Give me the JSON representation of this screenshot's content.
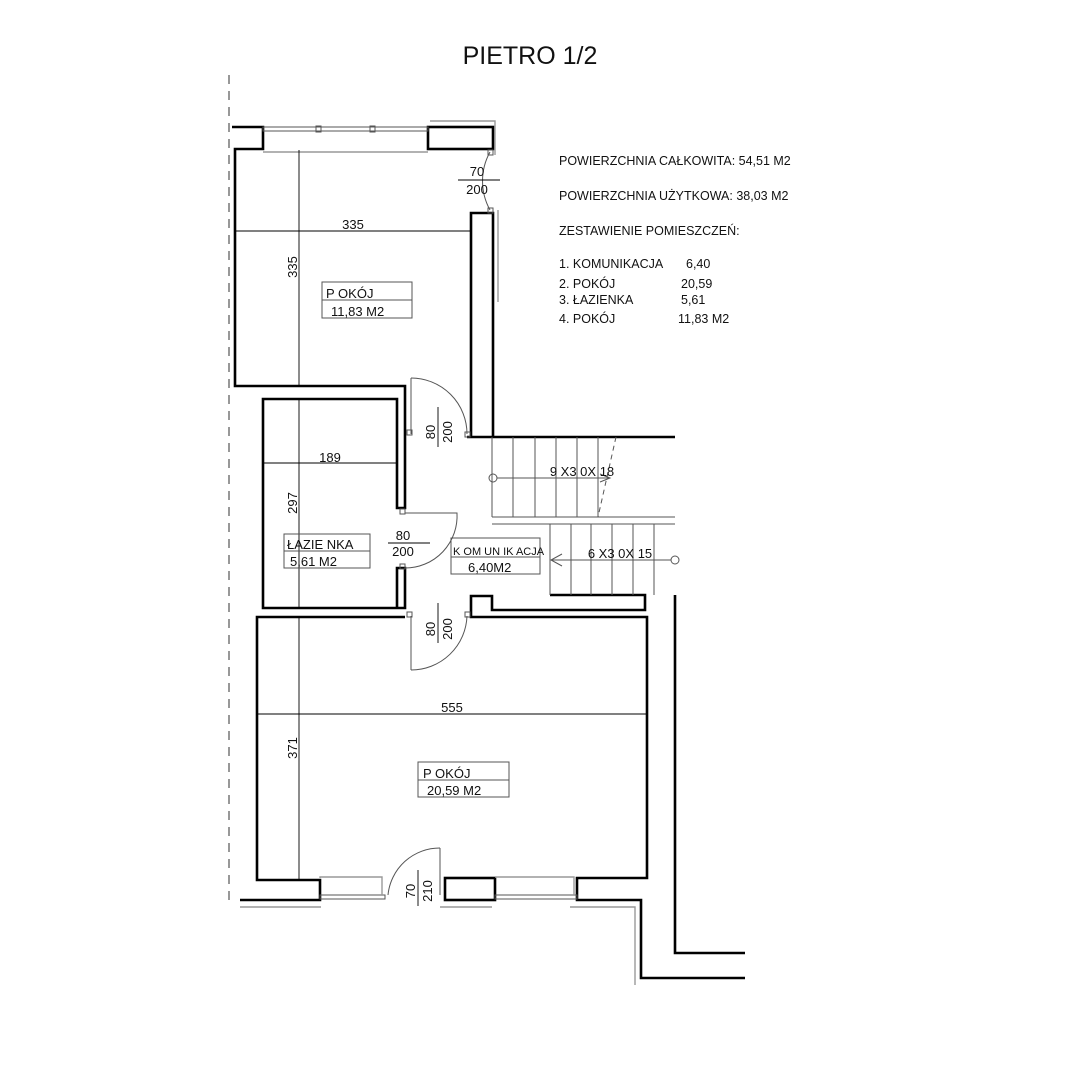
{
  "title": "PIETRO 1/2",
  "info": {
    "total_area": "POWIERZCHNIA CAŁKOWITA: 54,51 M2",
    "usable_area": "POWIERZCHNIA UŻYTKOWA: 38,03 M2",
    "rooms_heading": "ZESTAWIENIE POMIESZCZEŃ:",
    "rooms": [
      {
        "name": "1. KOMUNIKACJA",
        "area": "6,40"
      },
      {
        "name": "2. POKÓJ",
        "area": "20,59"
      },
      {
        "name": "3. ŁAZIENKA",
        "area": "5,61"
      },
      {
        "name": "4. POKÓJ",
        "area": "11,83 M2"
      }
    ]
  },
  "room_labels": {
    "room_top": {
      "name": "P OKÓJ",
      "area": "11,83 M2"
    },
    "bathroom": {
      "name": "ŁAZIE NKA",
      "area": "5,61 M2"
    },
    "hall": {
      "name": "K OM UN IK ACJA",
      "area": "6,40M2"
    },
    "room_bottom": {
      "name": "P OKÓJ",
      "area": "20,59 M2"
    }
  },
  "dimensions": {
    "top_width": "335",
    "top_height": "335",
    "bath_width": "189",
    "bath_height": "297",
    "bottom_width": "555",
    "bottom_height": "371"
  },
  "doors": [
    {
      "width": "70",
      "height": "200"
    },
    {
      "width": "80",
      "height": "200"
    },
    {
      "width": "80",
      "height": "200"
    },
    {
      "width": "80",
      "height": "200"
    },
    {
      "width": "70",
      "height": "210"
    }
  ],
  "stairs": {
    "upper": "9 X3 0X 18",
    "lower": "6 X3 0X 15"
  }
}
